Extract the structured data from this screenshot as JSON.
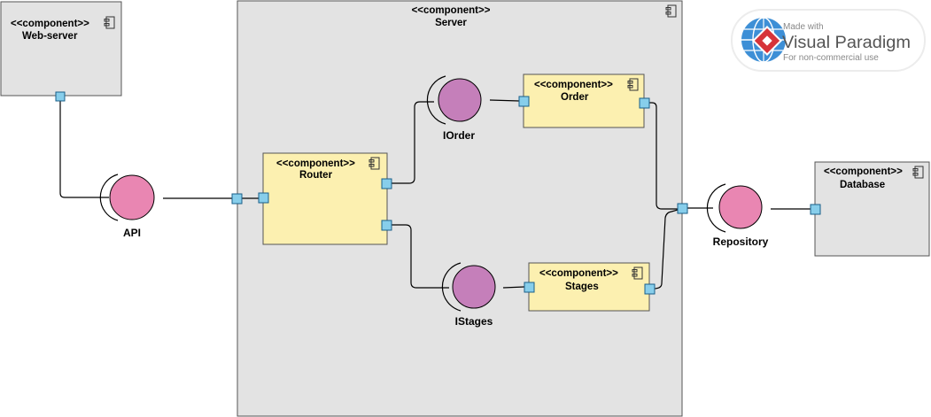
{
  "diagram": {
    "stereotype": "<<component>>",
    "components": {
      "web_server": {
        "name": "Web-server"
      },
      "server": {
        "name": "Server"
      },
      "router": {
        "name": "Router"
      },
      "order": {
        "name": "Order"
      },
      "stages": {
        "name": "Stages"
      },
      "database": {
        "name": "Database"
      }
    },
    "interfaces": {
      "api": {
        "name": "API"
      },
      "iorder": {
        "name": "IOrder"
      },
      "istages": {
        "name": "IStages"
      },
      "repository": {
        "name": "Repository"
      }
    },
    "colors": {
      "outer_component_fill": "#e3e3e3",
      "inner_component_fill": "#fcf0b0",
      "api_interface_fill": "#e986b2",
      "server_interface_fill": "#c57fba",
      "port_fill": "#87ceeb"
    }
  },
  "watermark": {
    "line1": "Made with",
    "line2": "Visual Paradigm",
    "line3": "For non-commercial use"
  }
}
